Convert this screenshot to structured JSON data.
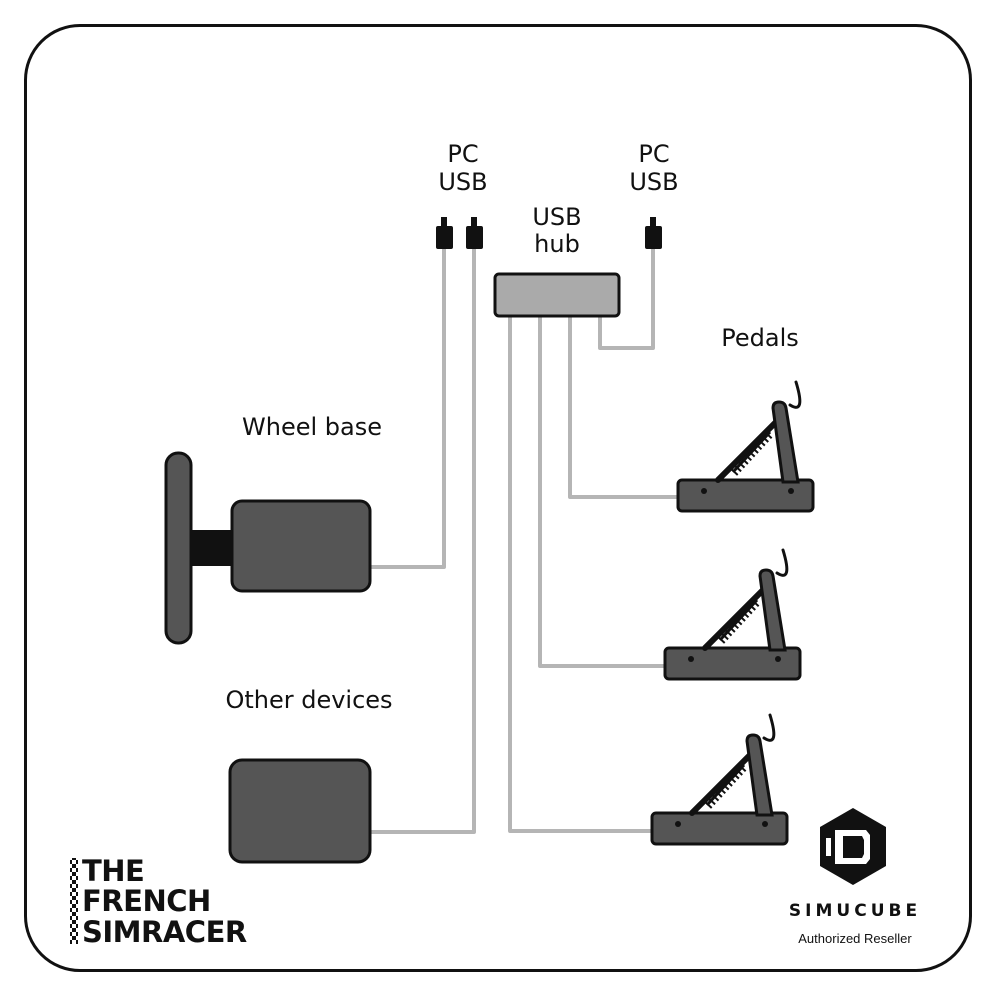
{
  "labels": {
    "pc_usb_left_line1": "PC",
    "pc_usb_left_line2": "USB",
    "pc_usb_right_line1": "PC",
    "pc_usb_right_line2": "USB",
    "usb_hub_line1": "USB",
    "usb_hub_line2": "hub",
    "pedals": "Pedals",
    "wheel_base": "Wheel base",
    "other_devices": "Other devices"
  },
  "branding": {
    "tfs_line1": "THE",
    "tfs_line2": "FRENCH",
    "tfs_line3": "SIMRACER",
    "simucube_name": "SIMUCUBE",
    "simucube_tagline": "Authorized Reseller"
  },
  "colors": {
    "device_fill": "#555555",
    "hub_fill": "#aaaaaa",
    "cable": "#b5b5b5",
    "outline": "#111111"
  }
}
